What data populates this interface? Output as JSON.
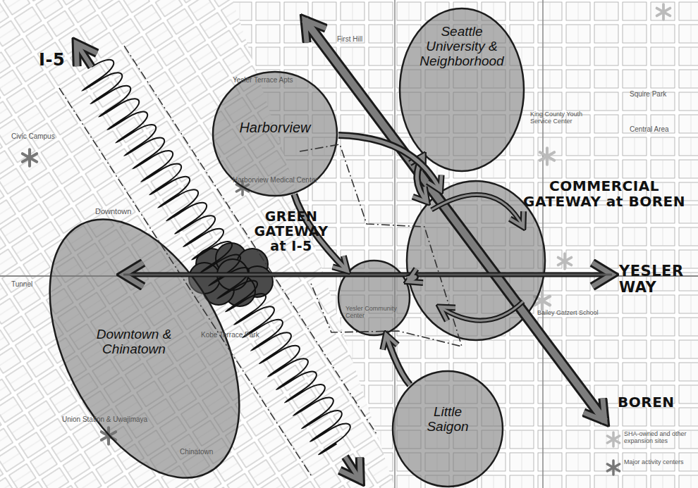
{
  "diagram": {
    "nodes": [
      {
        "text": [
          "Harborview"
        ]
      },
      {
        "text": [
          "Seattle University & Neighborhood"
        ]
      },
      {
        "text": [
          "COMMERCIAL GATEWAY at BOREN"
        ]
      },
      {
        "text": [
          "GREEN GATEWAY at I-5"
        ]
      },
      {
        "text": [
          "Yesler Community Center"
        ]
      },
      {
        "text": [
          "Downtown & Chinatown"
        ]
      },
      {
        "text": [
          "Little Saigon"
        ]
      }
    ],
    "edges": [
      {
        "from": 0,
        "to": 4,
        "arrow": "to"
      },
      {
        "from": 6,
        "to": 4,
        "arrow": "to"
      },
      {
        "from": 1,
        "to": 2,
        "arrow": "both"
      },
      {
        "from": 2,
        "to": 4,
        "arrow": "to"
      },
      {
        "from": 0,
        "to": 2,
        "arrow": "to"
      }
    ],
    "labels": [
      "I-5",
      "YESLER WAY",
      "BOREN",
      "Downtown",
      "Civic Campus",
      "First Hill",
      "Squire Park",
      "Central Area",
      "King County Youth Service Center",
      "Harborview Medical Center",
      "Yesler Terrace Apts",
      "Kobe Terrace Park",
      "Union Station & Uwajimaya",
      "Chinatown",
      "Bailey Gatzert School",
      "Tunnel"
    ],
    "legend": [
      {
        "text": "SHA-owned and other expansion sites"
      },
      {
        "text": "Major activity centers"
      }
    ]
  }
}
